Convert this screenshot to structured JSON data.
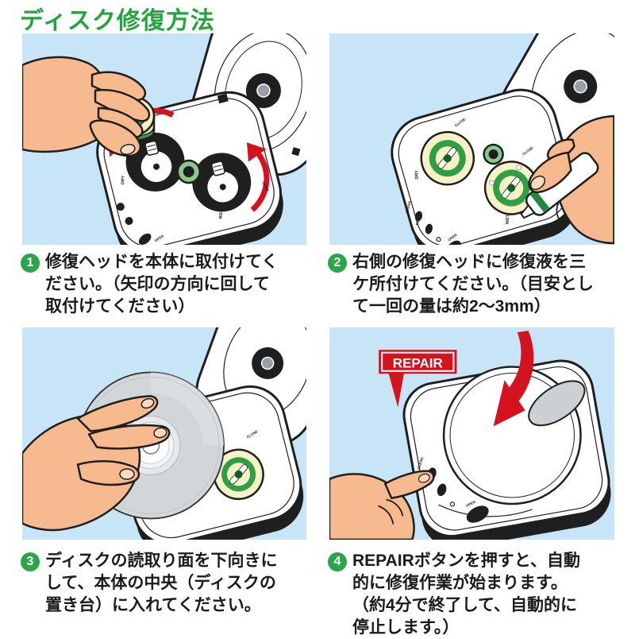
{
  "title": "ディスク修復方法",
  "steps": [
    {
      "number": "1",
      "lines": [
        "修復ヘッドを本体に取付けてく",
        "ださい。（矢印の方向に回して",
        "取付けてください）"
      ]
    },
    {
      "number": "2",
      "lines": [
        "右側の修復ヘッドに修復液を三",
        "ケ所付けてください。（目安とし",
        "て一回の量は約2～3mm）"
      ]
    },
    {
      "number": "3",
      "lines": [
        "ディスクの読取り面を下向きに",
        "して、本体の中央（ディスクの",
        "置き台）に入れてください。"
      ]
    },
    {
      "number": "4",
      "lines": [
        "REPAIRボタンを押すと、自動",
        "的に修復作業が始まります。",
        "（約4分で終了して、自動的に",
        "停止します。）"
      ]
    }
  ],
  "labels": {
    "close": "CLOSE",
    "open": "OPEN",
    "dry": "DRY",
    "wet": "WET",
    "clean": "CLEAN",
    "repair": "REPAIR",
    "repair_callout": "REPAIR"
  },
  "colors": {
    "title_green": "#21a53c",
    "step_badge_green": "#2ba549",
    "panel_blue": "#c8e5f7",
    "arrow_red": "#d5131f",
    "skin": "#f7ba8f",
    "head_cream": "#f6f1c6",
    "head_green": "#2f9e45",
    "ring_light_green": "#8bc88e",
    "disc_silver": "#d3d6d9",
    "outline": "#1f1f1f"
  }
}
